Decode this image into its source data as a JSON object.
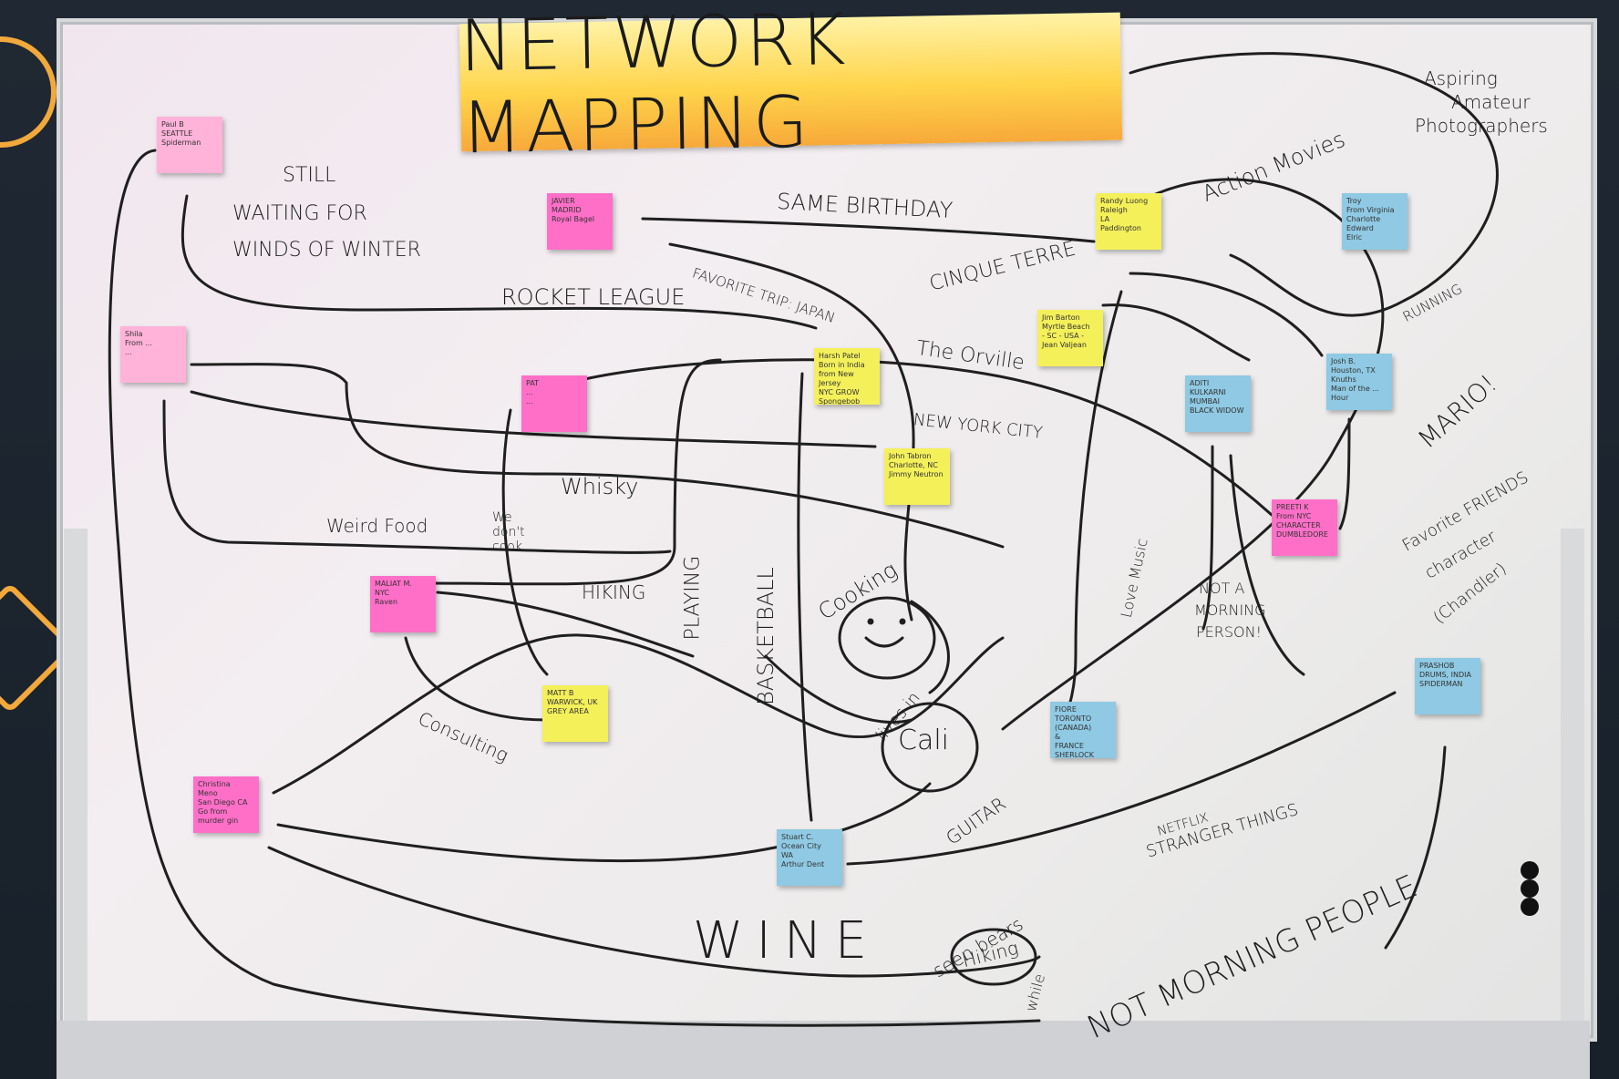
{
  "banner": {
    "title": "NETWORK MAPPING"
  },
  "notes": [
    {
      "id": "paul",
      "color": "lpink",
      "text": "Paul B\nSEATTLE\nSpiderman"
    },
    {
      "id": "javier",
      "color": "pink",
      "text": "JAVIER\nMADRID\nRoyal Bagel"
    },
    {
      "id": "shila",
      "color": "lpink",
      "text": "Shila\nFrom ...\n..."
    },
    {
      "id": "pat",
      "color": "pink",
      "text": "PAT\n...\n..."
    },
    {
      "id": "randy",
      "color": "yellow",
      "text": "Randy Luong\nRaleigh\nLA\nPaddington"
    },
    {
      "id": "troy",
      "color": "blue",
      "text": "Troy\nFrom Virginia\nCharlotte\nEdward\nElric"
    },
    {
      "id": "jim",
      "color": "yellow",
      "text": "Jim Barton\nMyrtle Beach\n- SC - USA -\nJean Valjean"
    },
    {
      "id": "harsh",
      "color": "yellow",
      "text": "Harsh Patel\nBorn in India\nfrom New Jersey\nNYC GROW\nSpongebob\nSquarepants"
    },
    {
      "id": "aditi",
      "color": "blue",
      "text": "ADITI KULKARNI\nMUMBAI\nBLACK WIDOW"
    },
    {
      "id": "josh",
      "color": "blue",
      "text": "Josh B.\nHouston, TX\nKnuths\nMan of the ...\nHour"
    },
    {
      "id": "john",
      "color": "yellow",
      "text": "John Tabron\nCharlotte, NC\nJimmy Neutron"
    },
    {
      "id": "preeti",
      "color": "pink",
      "text": "PREETI K\nFrom NYC\nCHARACTER\nDUMBLEDORE"
    },
    {
      "id": "maliat",
      "color": "pink",
      "text": "MALIAT M.\nNYC\nRaven"
    },
    {
      "id": "matt",
      "color": "yellow",
      "text": "MATT B\nWARWICK, UK\nGREY AREA"
    },
    {
      "id": "christina",
      "color": "pink",
      "text": "Christina\nMeno\nSan Diego CA\nGo from\nmurder gin"
    },
    {
      "id": "fiore",
      "color": "blue",
      "text": "FIORE\nTORONTO\n(CANADA)\n&\nFRANCE\nSHERLOCK HOLMES"
    },
    {
      "id": "stuart",
      "color": "blue",
      "text": "Stuart C.\nOcean City\nWA\nArthur Dent"
    },
    {
      "id": "prashob",
      "color": "blue",
      "text": "PRASHOB\nDRUMS, INDIA\nSPIDERMAN"
    }
  ],
  "labels": {
    "still": "STILL",
    "waiting": "WAITING FOR",
    "winds": "WINDS OF WINTER",
    "same_birthday": "SAME BIRTHDAY",
    "favorite_trip": "FAVORITE TRIP: JAPAN",
    "rocket_league": "ROCKET LEAGUE",
    "cinque_terre": "CINQUE TERRE",
    "action_movies": "Action Movies",
    "aspiring": "Aspiring",
    "amateur": "Amateur",
    "photographers": "Photographers",
    "running": "RUNNING",
    "the_orville": "The Orville",
    "new_york_city": "NEW YORK CITY",
    "mario": "MARIO!",
    "whisky": "Whisky",
    "weird_food": "Weird Food",
    "we_dont_cook": "We don't cook",
    "playing": "PLAYING",
    "basketball": "BASKETBALL",
    "hiking": "HIKING",
    "cooking": "Cooking",
    "love_music": "Love Music",
    "not_a": "NOT A",
    "morning": "MORNING",
    "person": "PERSON!",
    "favorite_friends": "Favorite FRIENDS",
    "character": "character",
    "chandler": "(Chandler)",
    "consulting": "Consulting",
    "lives_in": "lives in",
    "cali": "Cali",
    "guitar": "GUITAR",
    "netflix": "NETFLIX",
    "stranger_things": "STRANGER THINGS",
    "wine": "WINE",
    "seen_bears": "seen bears",
    "while": "while",
    "hiking2": "Hiking",
    "not_morning_people": "NOT MORNING PEOPLE"
  }
}
